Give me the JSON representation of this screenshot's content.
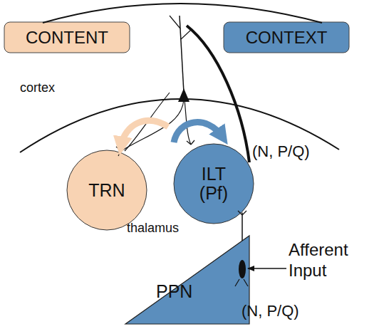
{
  "diagram": {
    "nodes": [
      {
        "text": [
          "CONTENT"
        ]
      },
      {
        "text": [
          "CONTEXT"
        ]
      },
      {
        "text": [
          "TRN"
        ]
      },
      {
        "text": [
          "ILT (Pf)"
        ]
      },
      {
        "text": [
          "PPN"
        ]
      }
    ],
    "edges": [
      {
        "from": 4,
        "to": 3,
        "arrow": "none"
      }
    ],
    "labels": [
      "cortex",
      "thalamus",
      "(N, P/Q)",
      "(N, P/Q)",
      "Afferent Input"
    ]
  }
}
